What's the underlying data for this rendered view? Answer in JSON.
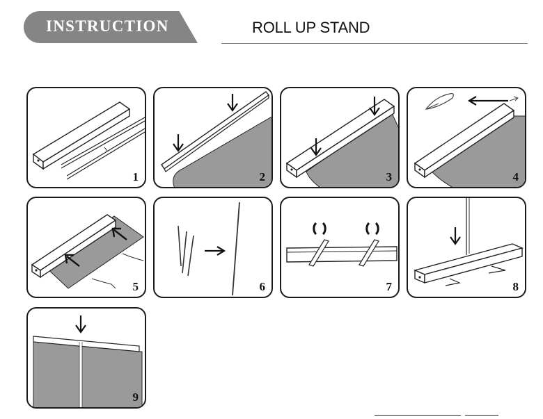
{
  "header": {
    "title": "INSTRUCTION",
    "subtitle": "ROLL UP STAND"
  },
  "steps": [
    {
      "number": "1"
    },
    {
      "number": "2"
    },
    {
      "number": "3"
    },
    {
      "number": "4"
    },
    {
      "number": "5"
    },
    {
      "number": "6"
    },
    {
      "number": "7"
    },
    {
      "number": "8"
    },
    {
      "number": "9"
    }
  ],
  "colors": {
    "header_tab": "#858585",
    "banner_fill": "#9a9a9a",
    "panel_border": "#1a1a1a"
  }
}
